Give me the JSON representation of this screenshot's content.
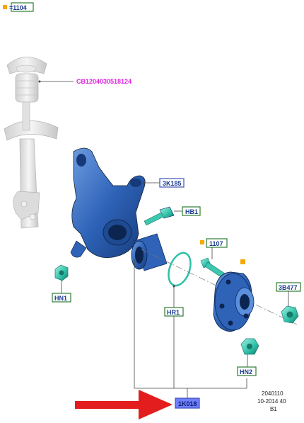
{
  "legend": {
    "text": "=1104",
    "marker_color": "#f5a800"
  },
  "callouts": {
    "strut_code": "CB1204030518124",
    "c_3k185": "3K185",
    "c_hb1": "HB1",
    "c_1107": "1107",
    "c_hn1": "HN1",
    "c_3b477": "3B477",
    "c_hr1": "HR1",
    "c_hn2": "HN2",
    "c_1k018": "1K018"
  },
  "info": {
    "line1": "2040110",
    "line2": "10-2014 40",
    "line3": "B1"
  },
  "colors": {
    "green_box": "#2e7d32",
    "blue_box": "#3f51b5",
    "blue_fill": "#6f7fff",
    "magenta": "#e020e0",
    "part_blue": "#2e63b8",
    "arrow_red": "#e31d1d",
    "marker": "#f5a800"
  }
}
